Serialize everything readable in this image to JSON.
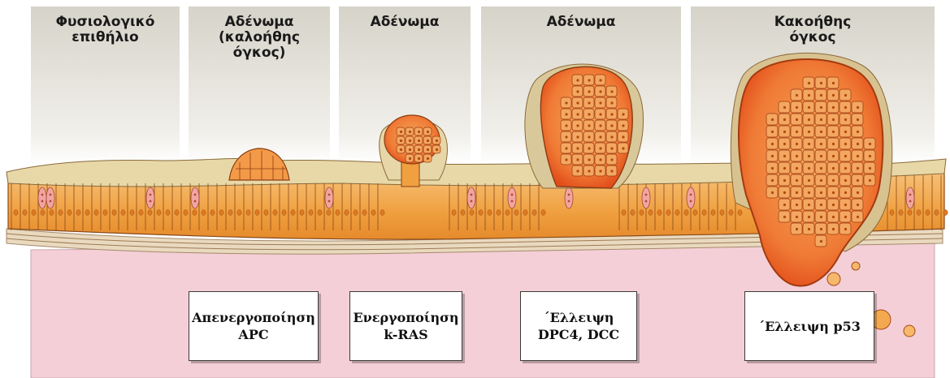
{
  "stages": [
    {
      "id": "normal",
      "label_lines": [
        "Φυσιολογικό",
        "επιθήλιο"
      ]
    },
    {
      "id": "adenoma-benign",
      "label_lines": [
        "Αδένωμα",
        "(καλοήθης",
        "όγκος)"
      ]
    },
    {
      "id": "adenoma-early",
      "label_lines": [
        "Αδένωμα"
      ]
    },
    {
      "id": "adenoma-late",
      "label_lines": [
        "Αδένωμα"
      ]
    },
    {
      "id": "carcinoma",
      "label_lines": [
        "Κακοήθης",
        "όγκος"
      ]
    }
  ],
  "events": [
    {
      "id": "apc",
      "lines": [
        "Απενεργοποίηση",
        "APC"
      ]
    },
    {
      "id": "kras",
      "lines": [
        "Ενεργοποίηση",
        "k-RAS"
      ]
    },
    {
      "id": "dpc4",
      "lines": [
        "΄Ελλειψη",
        "DPC4, DCC"
      ]
    },
    {
      "id": "p53",
      "lines": [
        "΄Ελλειψη p53"
      ]
    }
  ],
  "colors": {
    "header_bg_top": "#d8d5cc",
    "header_bg_bottom": "#ffffff",
    "stroma": "#f4cfd7",
    "epithelium": "#f2a23e",
    "cell_outline": "#7a3a10",
    "tumor": "#ec5a22",
    "surface_layer": "#e6d6a6"
  }
}
